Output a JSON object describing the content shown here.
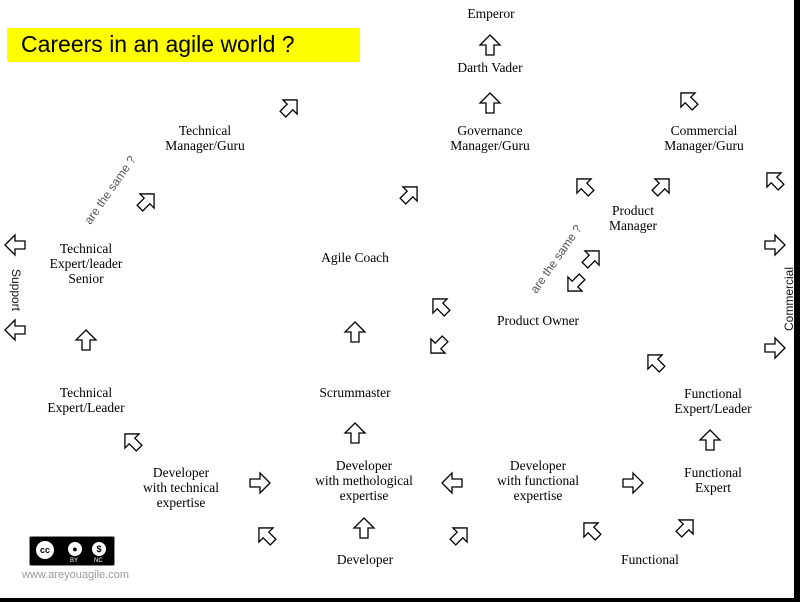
{
  "title": "Careers in an agile world ?",
  "nodes": [
    {
      "id": "emperor",
      "lines": [
        "Emperor"
      ]
    },
    {
      "id": "darth-vader",
      "lines": [
        "Darth Vader"
      ]
    },
    {
      "id": "governance-manager",
      "lines": [
        "Governance",
        "Manager/Guru"
      ]
    },
    {
      "id": "commercial-manager",
      "lines": [
        "Commercial",
        "Manager/Guru"
      ]
    },
    {
      "id": "technical-manager",
      "lines": [
        "Technical",
        "Manager/Guru"
      ]
    },
    {
      "id": "technical-expert-senior",
      "lines": [
        "Technical",
        "Expert/leader",
        "Senior"
      ]
    },
    {
      "id": "agile-coach",
      "lines": [
        "Agile Coach"
      ]
    },
    {
      "id": "product-manager",
      "lines": [
        "Product",
        "Manager"
      ]
    },
    {
      "id": "product-owner",
      "lines": [
        "Product Owner"
      ]
    },
    {
      "id": "technical-expert-leader",
      "lines": [
        "Technical",
        "Expert/Leader"
      ]
    },
    {
      "id": "scrummaster",
      "lines": [
        "Scrummaster"
      ]
    },
    {
      "id": "functional-expert-leader",
      "lines": [
        "Functional",
        "Expert/Leader"
      ]
    },
    {
      "id": "developer-technical",
      "lines": [
        "Developer",
        "with technical",
        "expertise"
      ]
    },
    {
      "id": "developer-methodological",
      "lines": [
        "Developer",
        "with methological",
        "expertise"
      ]
    },
    {
      "id": "developer-functional",
      "lines": [
        "Developer",
        "with functional",
        "expertise"
      ]
    },
    {
      "id": "functional-expert",
      "lines": [
        "Functional",
        "Expert"
      ]
    },
    {
      "id": "developer",
      "lines": [
        "Developer"
      ]
    },
    {
      "id": "functional",
      "lines": [
        "Functional"
      ]
    }
  ],
  "annotations": {
    "same_left": "are the same ?",
    "same_right": "are the same ?",
    "support": "Support",
    "commercial": "Commercial"
  },
  "license": {
    "by": "BY",
    "nc": "NC"
  },
  "website": "www.areyouagile.com"
}
